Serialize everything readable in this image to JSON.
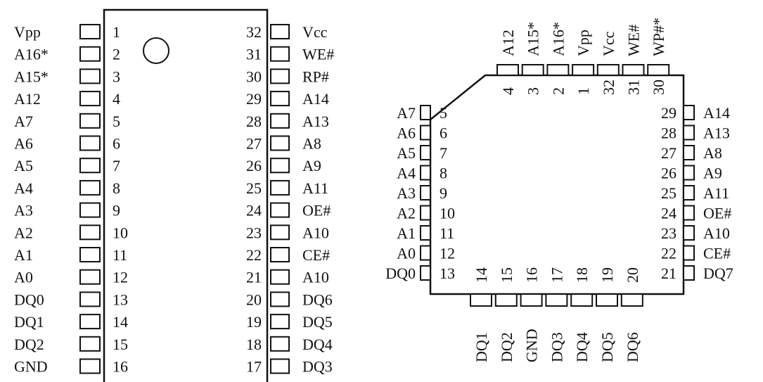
{
  "dip": {
    "left_pins": [
      {
        "num": "1",
        "name": "Vpp"
      },
      {
        "num": "2",
        "name": "A16*"
      },
      {
        "num": "3",
        "name": "A15*"
      },
      {
        "num": "4",
        "name": "A12"
      },
      {
        "num": "5",
        "name": "A7"
      },
      {
        "num": "6",
        "name": "A6"
      },
      {
        "num": "7",
        "name": "A5"
      },
      {
        "num": "8",
        "name": "A4"
      },
      {
        "num": "9",
        "name": "A3"
      },
      {
        "num": "10",
        "name": "A2"
      },
      {
        "num": "11",
        "name": "A1"
      },
      {
        "num": "12",
        "name": "A0"
      },
      {
        "num": "13",
        "name": "DQ0"
      },
      {
        "num": "14",
        "name": "DQ1"
      },
      {
        "num": "15",
        "name": "DQ2"
      },
      {
        "num": "16",
        "name": "GND"
      }
    ],
    "right_pins": [
      {
        "num": "32",
        "name": "Vcc"
      },
      {
        "num": "31",
        "name": "WE#"
      },
      {
        "num": "30",
        "name": "RP#"
      },
      {
        "num": "29",
        "name": "A14"
      },
      {
        "num": "28",
        "name": "A13"
      },
      {
        "num": "27",
        "name": "A8"
      },
      {
        "num": "26",
        "name": "A9"
      },
      {
        "num": "25",
        "name": "A11"
      },
      {
        "num": "24",
        "name": "OE#"
      },
      {
        "num": "23",
        "name": "A10"
      },
      {
        "num": "22",
        "name": "CE#"
      },
      {
        "num": "21",
        "name": "A10"
      },
      {
        "num": "20",
        "name": "DQ6"
      },
      {
        "num": "19",
        "name": "DQ5"
      },
      {
        "num": "18",
        "name": "DQ4"
      },
      {
        "num": "17",
        "name": "DQ3"
      }
    ]
  },
  "plcc": {
    "top_pins": [
      {
        "num": "4",
        "name": "A12"
      },
      {
        "num": "3",
        "name": "A15*"
      },
      {
        "num": "2",
        "name": "A16*"
      },
      {
        "num": "1",
        "name": "Vpp"
      },
      {
        "num": "32",
        "name": "Vcc"
      },
      {
        "num": "31",
        "name": "WE#"
      },
      {
        "num": "30",
        "name": "WP#*"
      }
    ],
    "left_pins": [
      {
        "num": "5",
        "name": "A7"
      },
      {
        "num": "6",
        "name": "A6"
      },
      {
        "num": "7",
        "name": "A5"
      },
      {
        "num": "8",
        "name": "A4"
      },
      {
        "num": "9",
        "name": "A3"
      },
      {
        "num": "10",
        "name": "A2"
      },
      {
        "num": "11",
        "name": "A1"
      },
      {
        "num": "12",
        "name": "A0"
      },
      {
        "num": "13",
        "name": "DQ0"
      }
    ],
    "right_pins": [
      {
        "num": "29",
        "name": "A14"
      },
      {
        "num": "28",
        "name": "A13"
      },
      {
        "num": "27",
        "name": "A8"
      },
      {
        "num": "26",
        "name": "A9"
      },
      {
        "num": "25",
        "name": "A11"
      },
      {
        "num": "24",
        "name": "OE#"
      },
      {
        "num": "23",
        "name": "A10"
      },
      {
        "num": "22",
        "name": "CE#"
      },
      {
        "num": "21",
        "name": "DQ7"
      }
    ],
    "bottom_pins": [
      {
        "num": "14",
        "name": "DQ1"
      },
      {
        "num": "15",
        "name": "DQ2"
      },
      {
        "num": "16",
        "name": "GND"
      },
      {
        "num": "17",
        "name": "DQ3"
      },
      {
        "num": "18",
        "name": "DQ4"
      },
      {
        "num": "19",
        "name": "DQ5"
      },
      {
        "num": "20",
        "name": "DQ6"
      }
    ]
  }
}
